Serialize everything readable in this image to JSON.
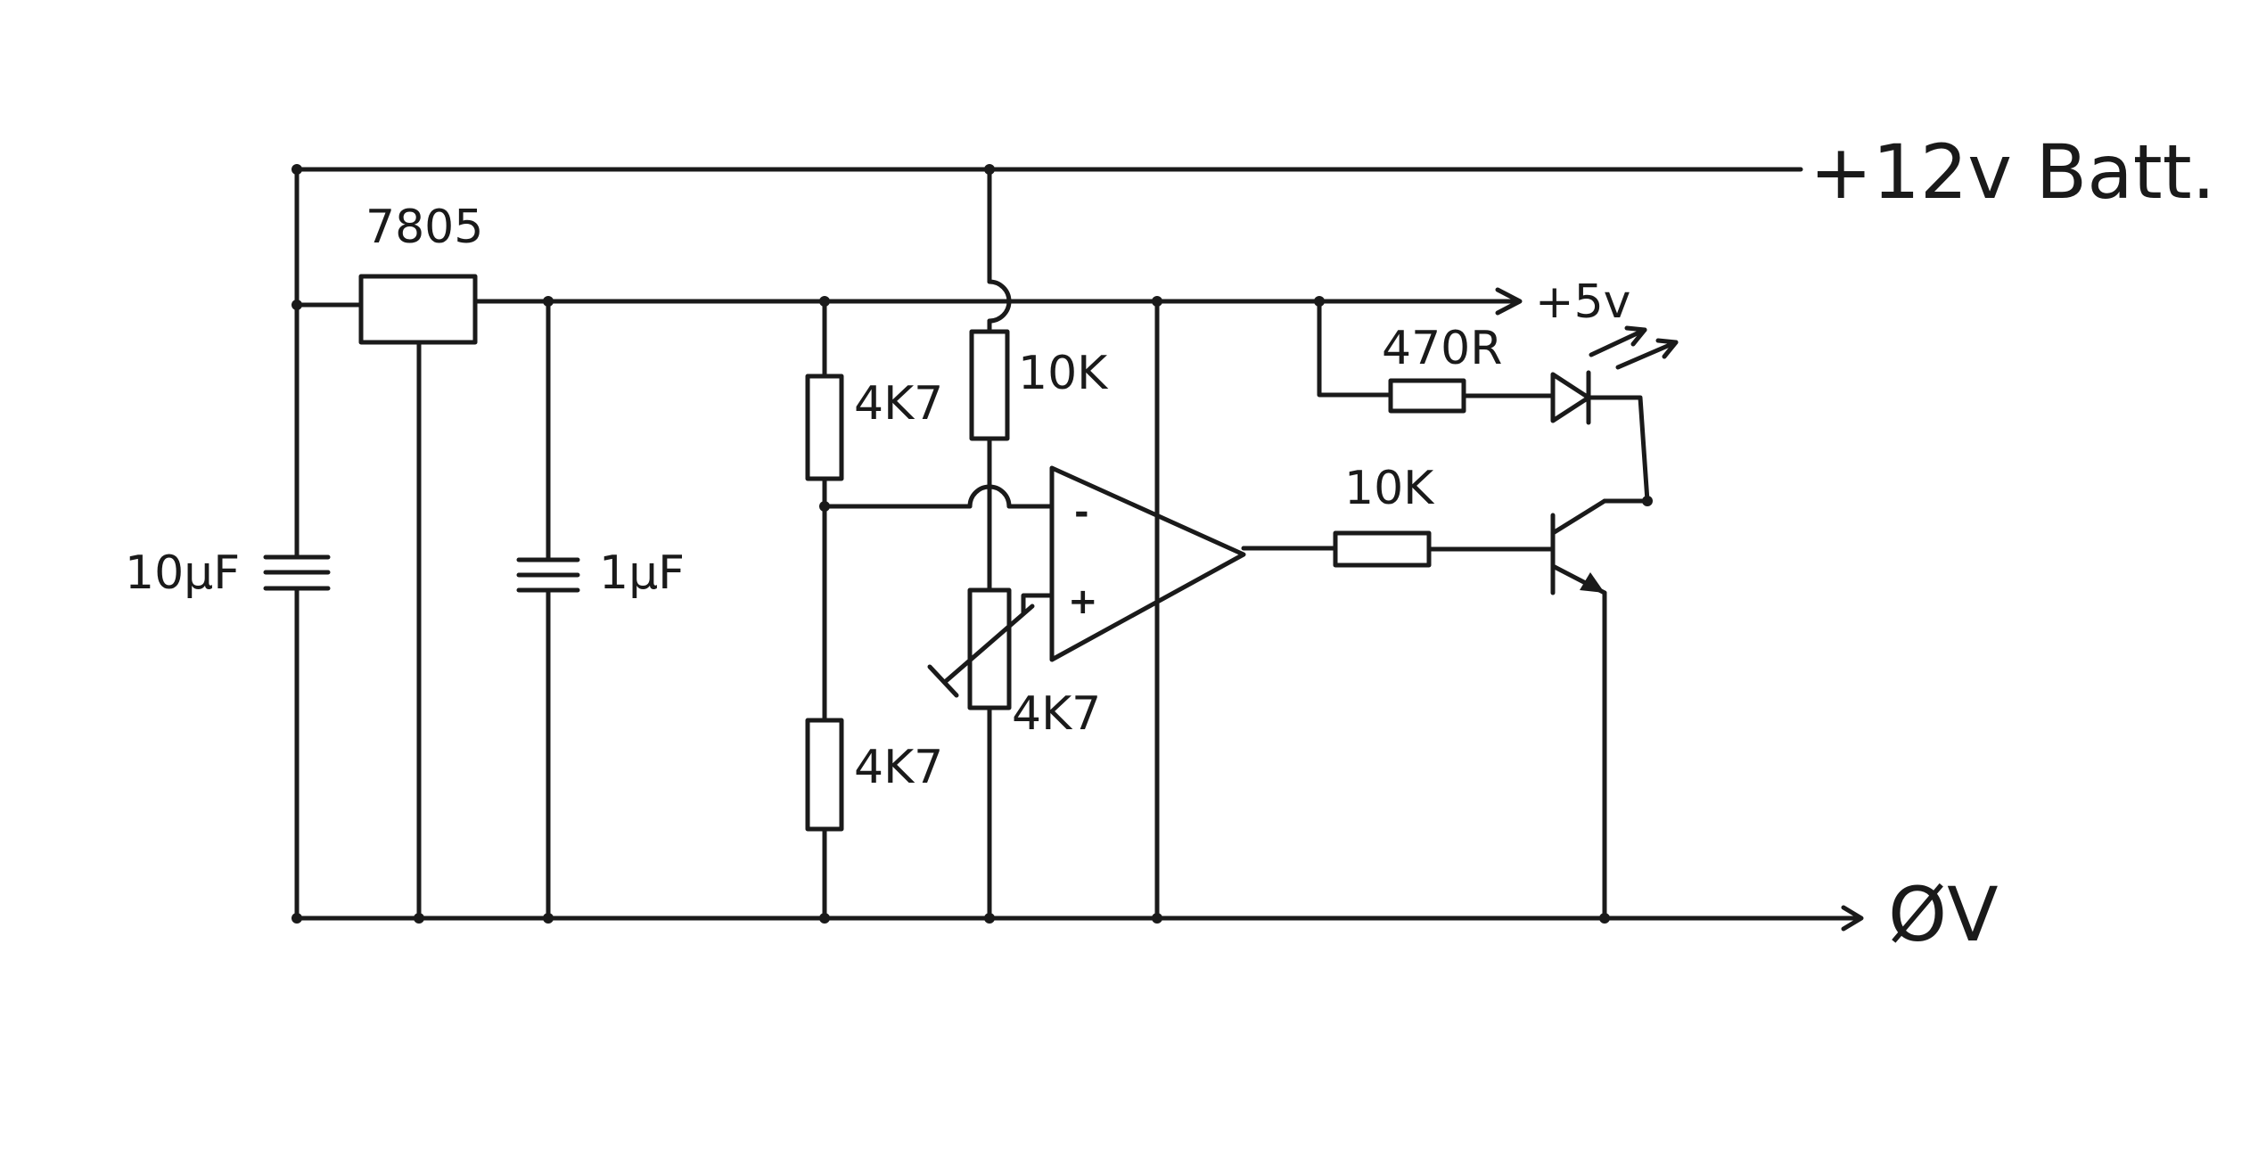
{
  "diagram": {
    "type": "circuit-schematic",
    "style": "hand-drawn",
    "rails": {
      "supply_12v": "+12v Batt.",
      "supply_5v": "+5v",
      "ground": "ØV"
    },
    "components": {
      "regulator": "7805",
      "c1": "10µF",
      "c2": "1µF",
      "r_div_top": "4K7",
      "r_div_bottom": "4K7",
      "r_ref_top": "10K",
      "pot": "4K7",
      "r_led": "470R",
      "r_base": "10K",
      "opamp_minus": "-",
      "opamp_plus": "+"
    }
  }
}
